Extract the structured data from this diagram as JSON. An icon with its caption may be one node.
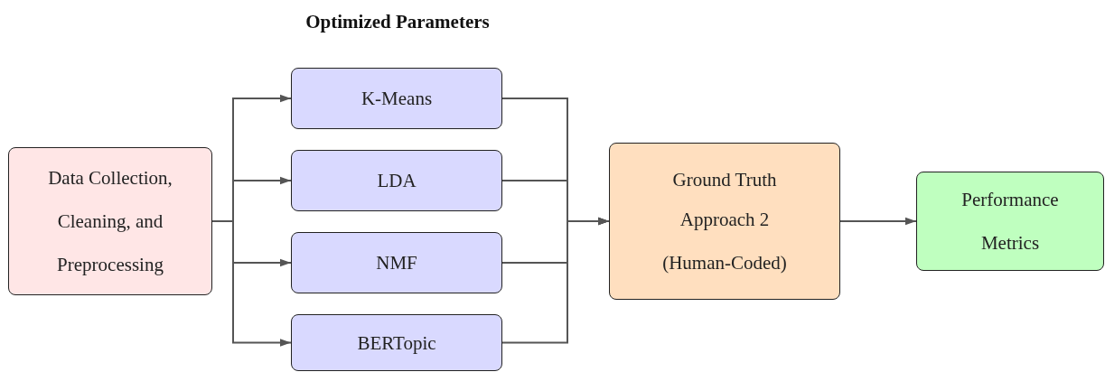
{
  "diagram": {
    "title": "Optimized Parameters",
    "nodes": [
      {
        "text": [
          "Data Collection, Cleaning, and Preprocessing"
        ]
      },
      {
        "text": [
          "K-Means"
        ]
      },
      {
        "text": [
          "LDA"
        ]
      },
      {
        "text": [
          "NMF"
        ]
      },
      {
        "text": [
          "BERTopic"
        ]
      },
      {
        "text": [
          "Ground Truth",
          "Approach 2 (Human-Coded)"
        ]
      },
      {
        "text": [
          "Performance Metrics"
        ]
      }
    ],
    "edges": [
      {
        "from": 0,
        "to": 1,
        "arrow": "to"
      },
      {
        "from": 0,
        "to": 2,
        "arrow": "to"
      },
      {
        "from": 0,
        "to": 3,
        "arrow": "to"
      },
      {
        "from": 0,
        "to": 4,
        "arrow": "to"
      },
      {
        "from": 1,
        "to": 5,
        "arrow": "to"
      },
      {
        "from": 2,
        "to": 5,
        "arrow": "to"
      },
      {
        "from": 3,
        "to": 5,
        "arrow": "to"
      },
      {
        "from": 4,
        "to": 5,
        "arrow": "to"
      },
      {
        "from": 5,
        "to": 6,
        "arrow": "to"
      }
    ]
  }
}
